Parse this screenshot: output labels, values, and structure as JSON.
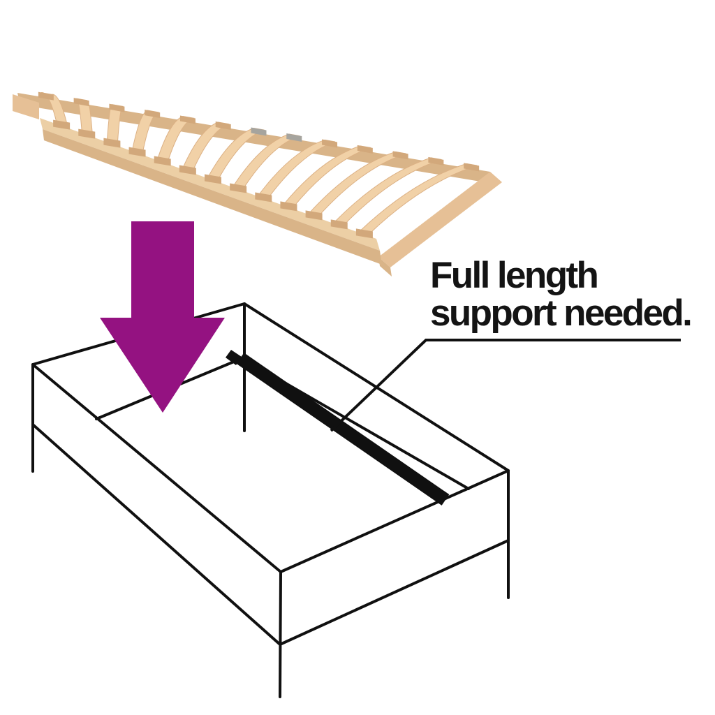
{
  "page": {
    "background": "#ffffff"
  },
  "annotation": {
    "line1": "Full length",
    "line2": "support needed.",
    "color": "#141414"
  },
  "arrow": {
    "name": "down-arrow",
    "direction": "down",
    "color": "#941281"
  },
  "frame_drawing": {
    "stroke": "#101010",
    "stroke_width": 4,
    "support_bar_color": "#101010",
    "support_bar_width": 19
  },
  "slat_base": {
    "slat_count": 13,
    "bow": 24,
    "metal_bracket_slats": [
      6,
      7
    ],
    "colors": {
      "rail_top": "#eccfa5",
      "rail_side": "#d9b488",
      "slat": "#f1d1a7",
      "slat_edge": "#dcb185",
      "holder": "#d2a87b",
      "end_cap": "#e6c096",
      "metal_bracket": "#a6a49e"
    }
  }
}
